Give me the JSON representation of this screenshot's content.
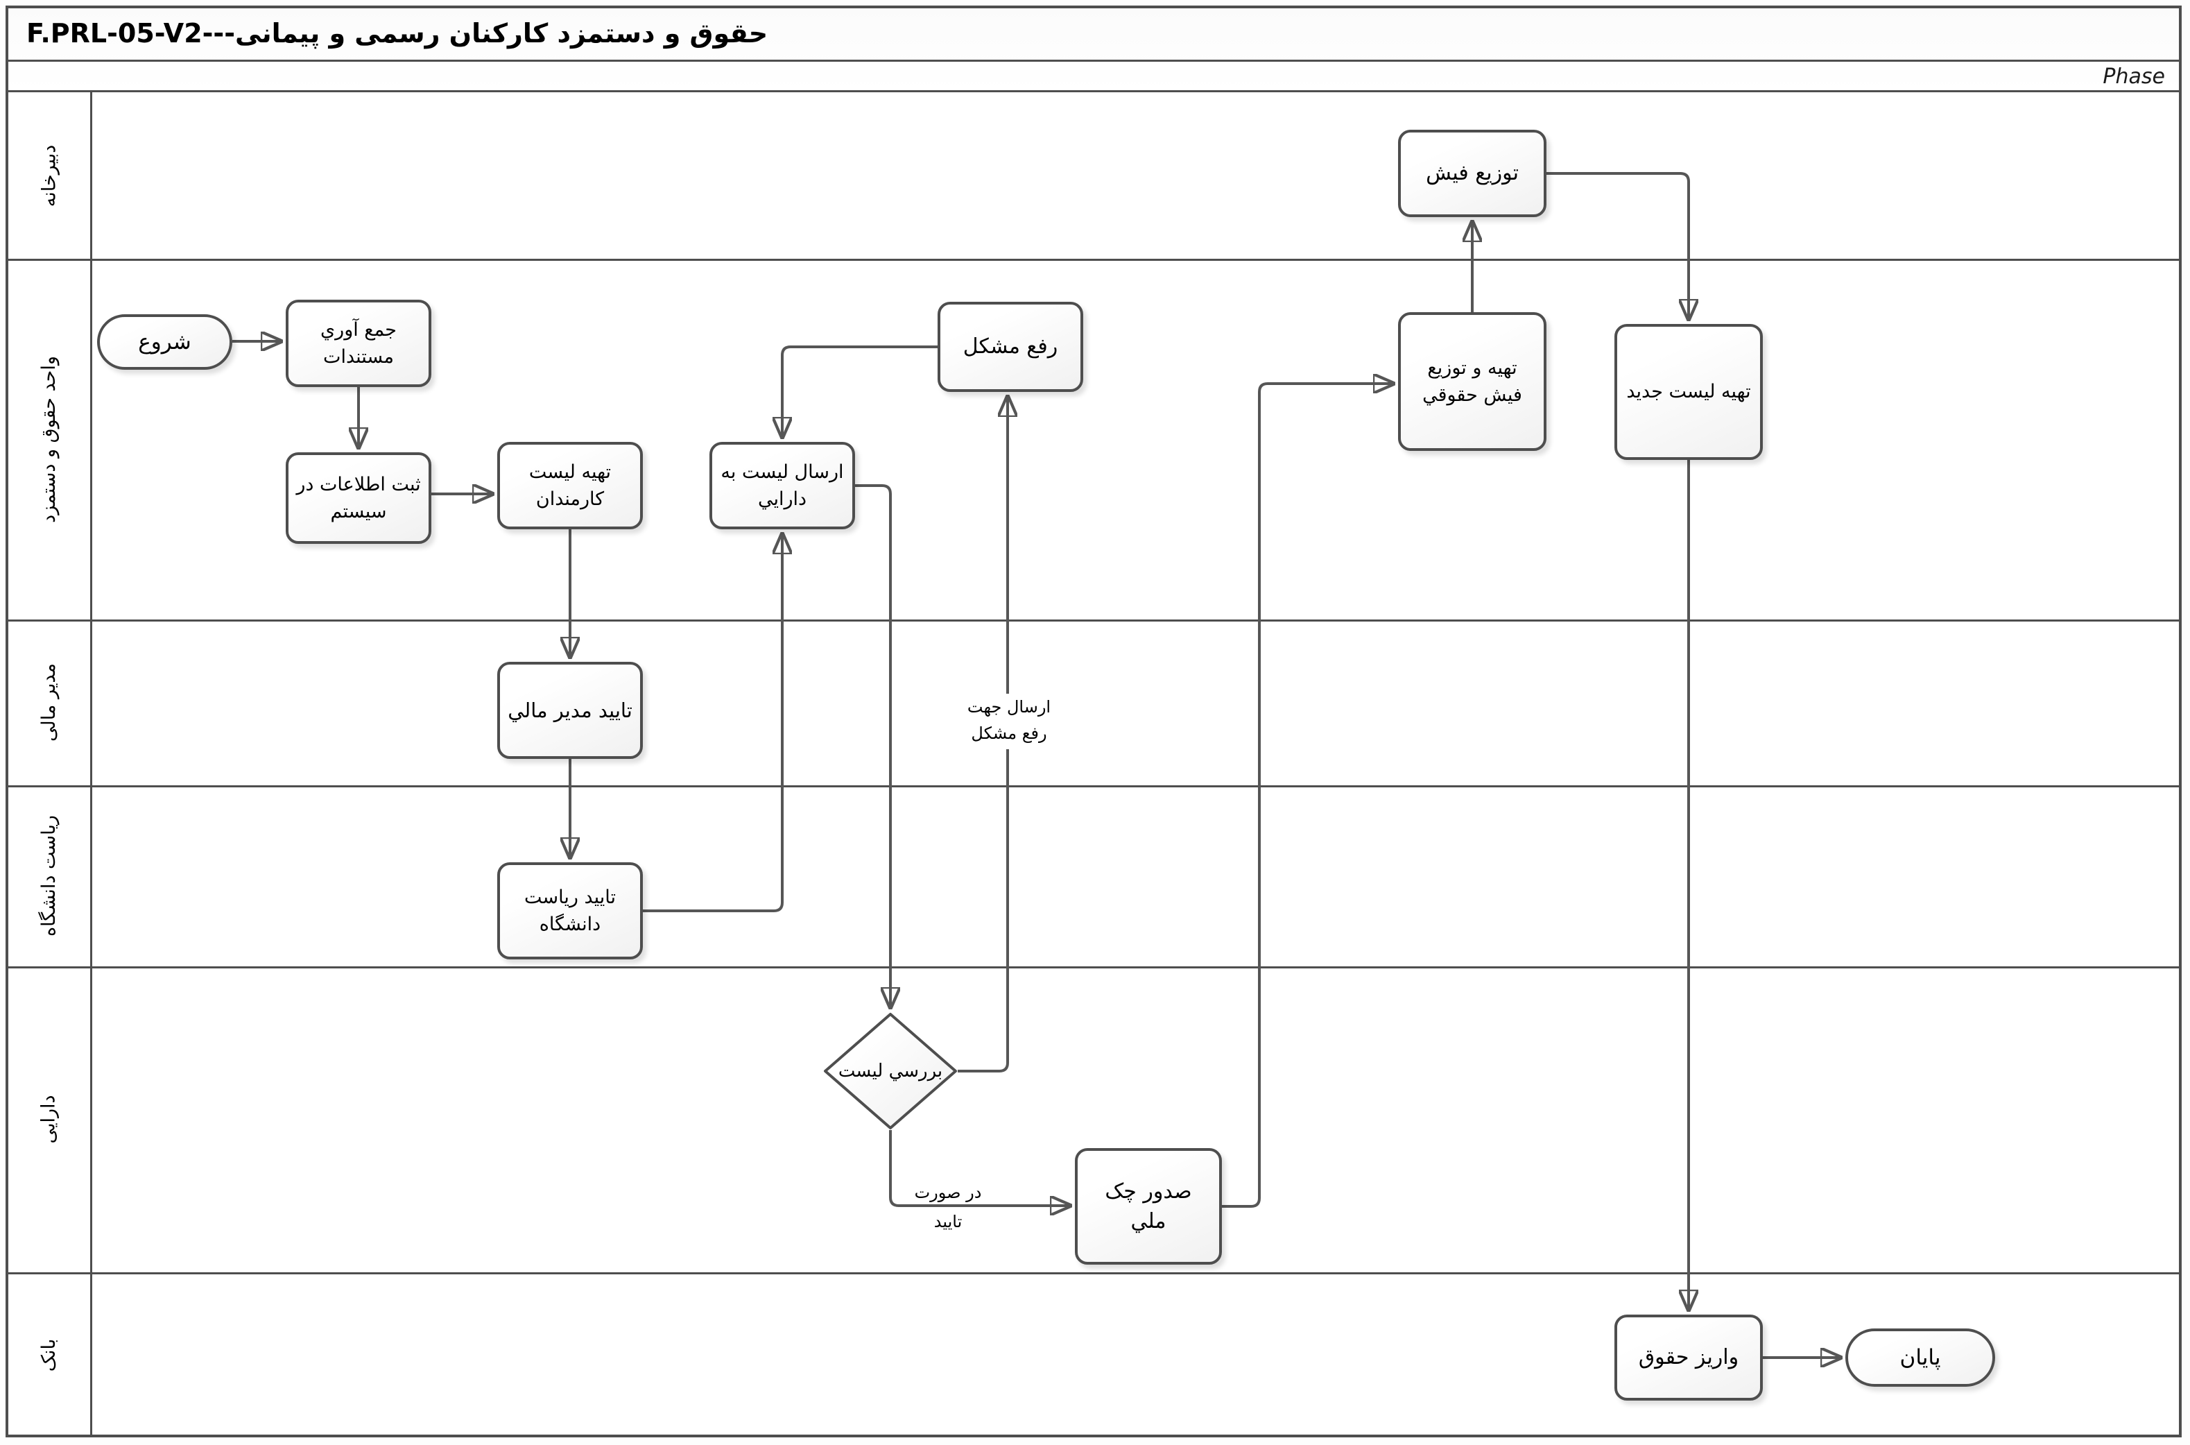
{
  "title": "حقوق و دستمزد کارکنان رسمی و پیمانی---F.PRL-05-V2",
  "phase_label": "Phase",
  "lanes": [
    {
      "label": "دبیرخانه"
    },
    {
      "label": "واحد حقوق و دستمزد"
    },
    {
      "label": "مدیر مالی"
    },
    {
      "label": "ریاست دانشگاه"
    },
    {
      "label": "دارایی"
    },
    {
      "label": "بانک"
    }
  ],
  "nodes": {
    "start": "شروع",
    "collect_documents": "جمع آوري مستندات",
    "record_in_system": "ثبت اطلاعات در سيستم",
    "prepare_employee_list": "تهيه ليست کارمندان",
    "send_list_to_treasury": "ارسال ليست به دارايي",
    "fix_problem": "رفع مشکل",
    "finance_manager_approval": "تاييد مدير مالي",
    "university_presidency_approval": "تاييد رياست دانشگاه",
    "review_list": "بررسي ليست",
    "issue_national_check": "صدور چک ملي",
    "prepare_distribute_payslip": "تهيه و توزيع فيش حقوقي",
    "distribute_payslip": "توزيع فيش",
    "prepare_new_list": "تهيه ليست جديد",
    "deposit_salary": "واريز حقوق",
    "end": "پايان"
  },
  "edge_labels": {
    "send_to_fix": "ارسال جهت رفع مشکل",
    "if_approved": "در صورت تاييد"
  },
  "colors": {
    "line": "#565656",
    "node_border": "#4e4e4e",
    "background": "#fdfdfd",
    "text": "#000000"
  }
}
